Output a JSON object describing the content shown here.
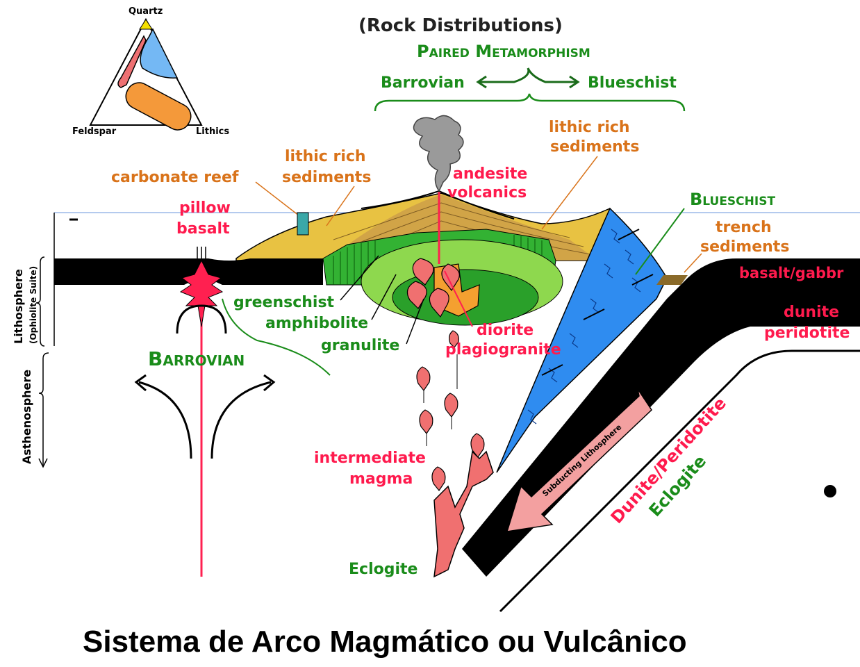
{
  "header": {
    "rock_distributions": "(Rock Distributions)",
    "paired_metamorphism": "Paired Metamorphism",
    "barrovian": "Barrovian",
    "blueschist": "Blueschist"
  },
  "ternary": {
    "quartz": "Quartz",
    "feldspar": "Feldspar",
    "lithics": "Lithics"
  },
  "labels": {
    "carbonate_reef": "carbonate reef",
    "lithic_rich_left_1": "lithic rich",
    "lithic_rich_left_2": "sediments",
    "lithic_rich_right_1": "lithic rich",
    "lithic_rich_right_2": "sediments",
    "andesite_1": "andesite",
    "andesite_2": "volcanics",
    "pillow_1": "pillow",
    "pillow_2": "basalt",
    "blueschist_zone": "Blueschist",
    "trench_1": "trench",
    "trench_2": "sediments",
    "basalt_gabbro": "basalt/gabbr",
    "dunite_1": "dunite",
    "dunite_2": "peridotite",
    "greenschist": "greenschist",
    "amphibolite": "amphibolite",
    "granulite": "granulite",
    "diorite": "diorite",
    "plagiogranite": "plagiogranite",
    "barrovian_zone": "Barrovian",
    "intermediate_1": "intermediate",
    "intermediate_2": "magma",
    "eclogite_bottom": "Eclogite",
    "subducting": "Subducting Lithosphere",
    "dunite_peridotite": "Dunite/Peridotite",
    "eclogite_slab": "Eclogite",
    "lithosphere": "Lithosphere",
    "ophiolite": "(Ophiolite Suite)",
    "asthenosphere": "Asthenosphere"
  },
  "caption": "Sistema de Arco Magmático ou Vulcânico",
  "colors": {
    "red_text": "#ff1a4d",
    "orange_text": "#d9731a",
    "green_text": "#1a8c1a",
    "blue_zone": "#2f8cf0",
    "green_zone": "#33b233",
    "sediment": "#e8c242",
    "magma": "#f07070"
  }
}
